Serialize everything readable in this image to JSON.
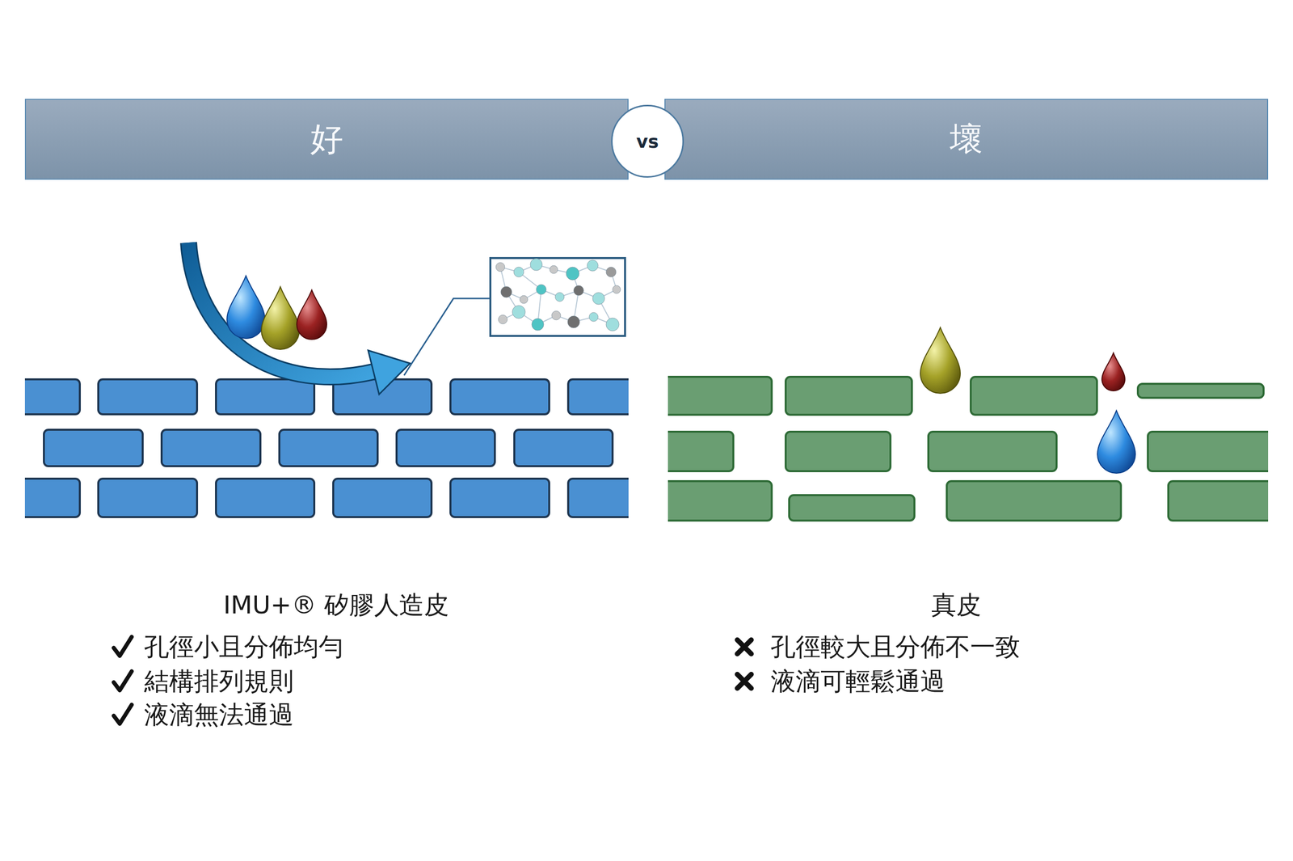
{
  "diagram": {
    "nodes": [
      {
        "text": [
          "好"
        ]
      },
      {
        "text": [
          "vs"
        ]
      },
      {
        "text": [
          "壞"
        ]
      }
    ],
    "labels": [
      "IMU+® 矽膠人造皮",
      "孔徑小且分佈均勻",
      "結構排列規則",
      "液滴無法通過",
      "真皮",
      "孔徑較大且分佈不一致",
      "液滴可輕鬆通過"
    ]
  }
}
